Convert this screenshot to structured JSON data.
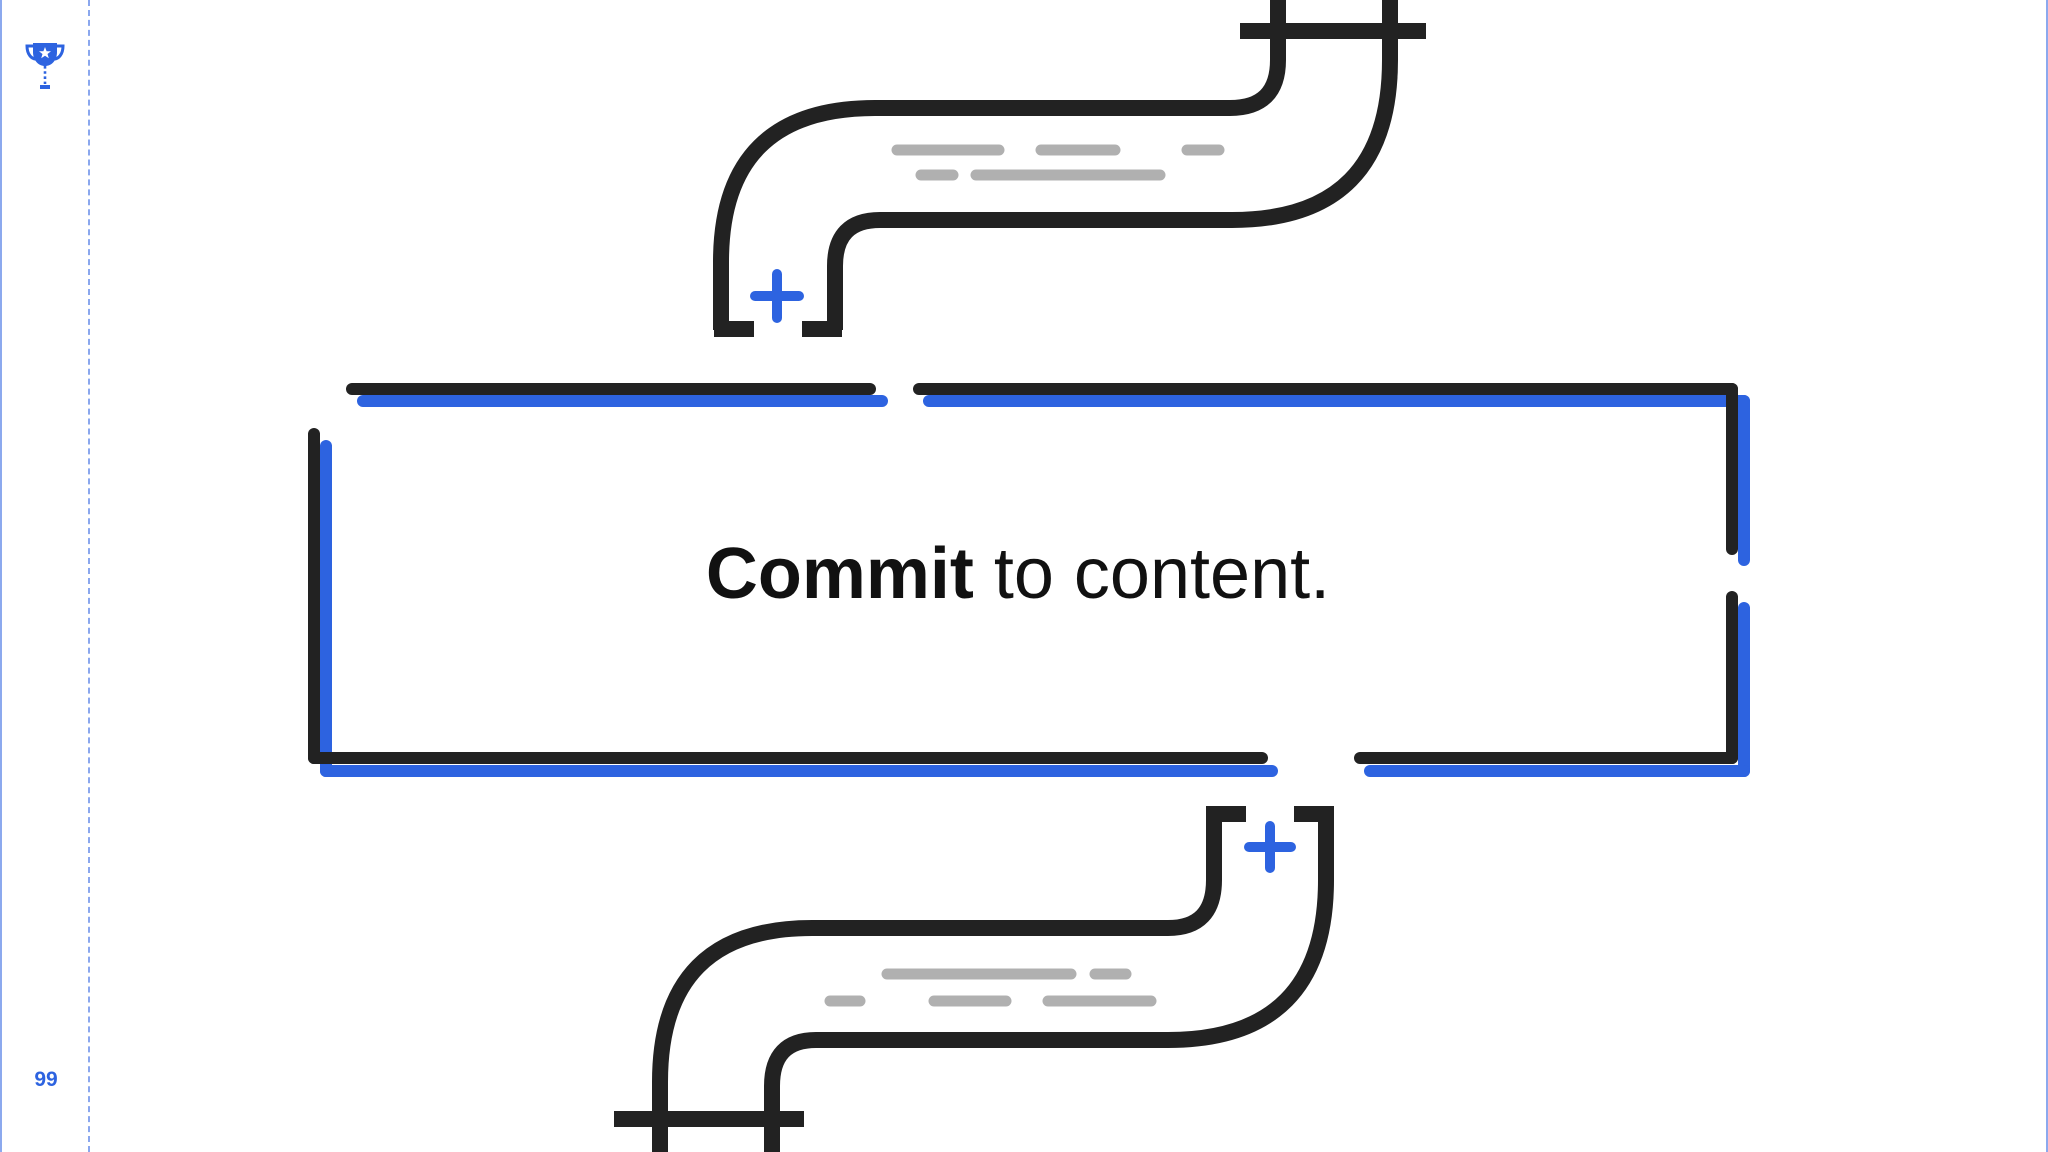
{
  "slide": {
    "headline_bold": "Commit",
    "headline_rest": " to content.",
    "page_number": "99"
  },
  "icons": {
    "badge": "trophy-icon",
    "plus": "plus-icon"
  },
  "colors": {
    "accent": "#2d63e0",
    "outline": "#222222",
    "placeholder": "#b0b0b0",
    "background": "#ffffff"
  }
}
